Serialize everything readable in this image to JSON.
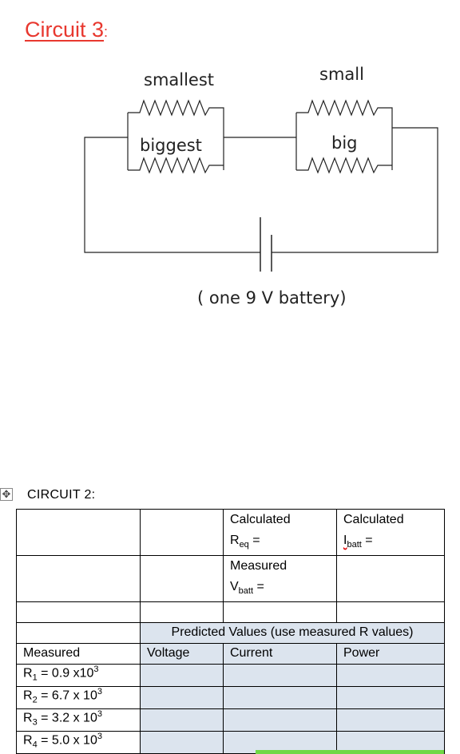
{
  "circuit3": {
    "title": "Circuit 3",
    "colon": ":",
    "resistor_labels": {
      "top_left": "smallest",
      "bottom_left": "biggest",
      "top_right": "small",
      "bottom_right": "big"
    },
    "battery_caption": "( one 9 V battery)"
  },
  "circuit2": {
    "heading": "CIRCUIT 2:",
    "table": {
      "calc_req_label": "Calculated",
      "req_prefix": "R",
      "req_sub": "eq",
      "req_eq": " =",
      "calc_ibatt_label": "Calculated",
      "ibatt_text": "I",
      "ibatt_sub": "batt",
      "ibatt_eq": " =",
      "meas_vbatt_label": "Measured",
      "vbatt_prefix": "V",
      "vbatt_sub": "batt",
      "vbatt_eq": " =",
      "predicted_header": "Predicted Values (use measured R values)",
      "col_measured": "Measured",
      "col_voltage": "Voltage",
      "col_current": "Current",
      "col_power": "Power",
      "rows": [
        {
          "prefix": "R",
          "sub": "1",
          "value": " = 0.9 x10",
          "exp": "3"
        },
        {
          "prefix": "R",
          "sub": "2",
          "value": " = 6.7 x 10",
          "exp": "3"
        },
        {
          "prefix": "R",
          "sub": "3",
          "value": " = 3.2 x 10",
          "exp": "3"
        },
        {
          "prefix": "R",
          "sub": "4",
          "value": " = 5.0 x 10",
          "exp": "3"
        }
      ]
    }
  },
  "colors": {
    "title_red": "#e8382f",
    "cell_shade": "#dce4ee",
    "bottom_bar": "#6fd845"
  }
}
